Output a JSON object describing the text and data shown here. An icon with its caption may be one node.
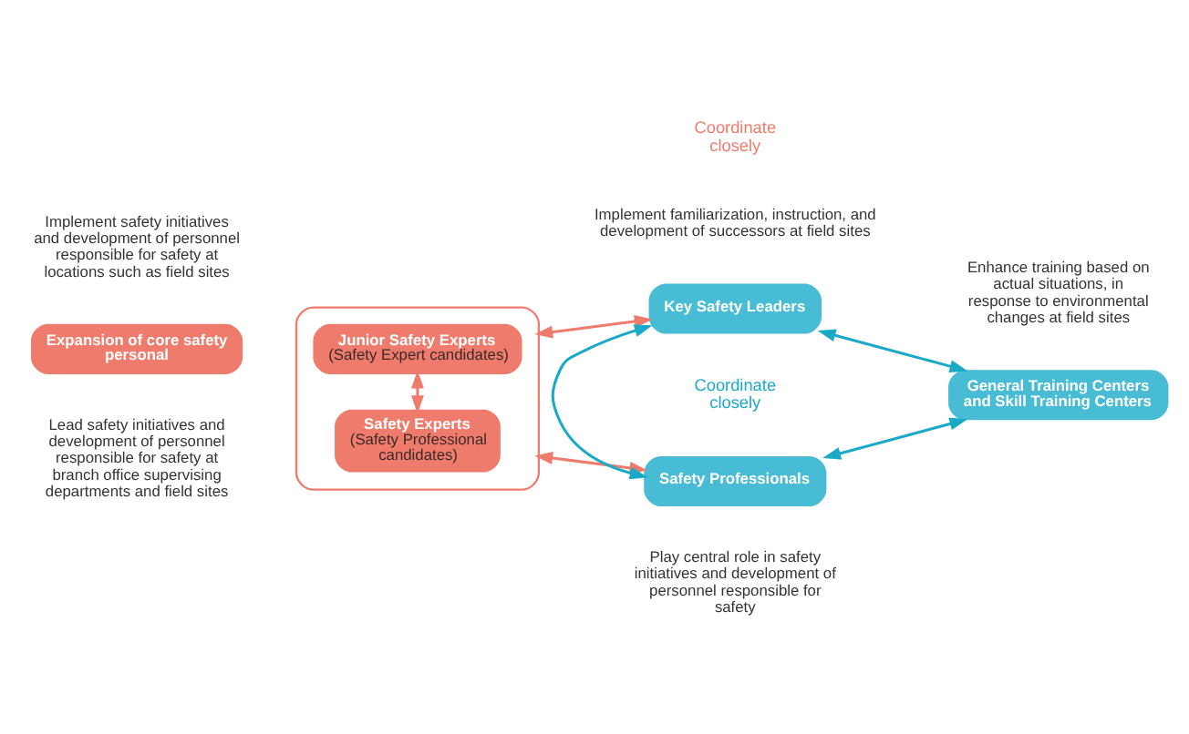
{
  "diagram": {
    "nodes": [
      {
        "text": [],
        "shape": "box"
      },
      {
        "text": [
          "Junior Safety Experts",
          "(Safety Expert candidates)"
        ],
        "in": 0
      },
      {
        "text": [
          "Safety Experts",
          "(Safety Professional candidates)"
        ],
        "in": 0
      },
      {
        "text": [
          "Expansion of core safety personal"
        ]
      },
      {
        "text": [
          "Key Safety Leaders"
        ]
      },
      {
        "text": [
          "Safety Professionals"
        ]
      },
      {
        "text": [
          "General Training Centers and Skill Training Centers"
        ]
      }
    ],
    "edges": [
      {
        "from": 1,
        "to": 2,
        "arrow": "both",
        "color": "#ef7b6c"
      },
      {
        "from": 0,
        "to": 4,
        "arrow": "both",
        "color": "#ef7b6c"
      },
      {
        "from": 0,
        "to": 5,
        "arrow": "both",
        "color": "#ef7b6c"
      },
      {
        "from": 4,
        "to": 5,
        "arrow": "both",
        "color": "#1aa9c8"
      },
      {
        "from": 4,
        "to": 6,
        "arrow": "both",
        "color": "#1aa9c8"
      },
      {
        "from": 5,
        "to": 6,
        "arrow": "both",
        "color": "#1aa9c8"
      }
    ],
    "labels": [
      "Implement safety initiatives and development of personnel responsible for safety at locations such as field sites",
      "Implement familiarization, instruction, and development of successors at field sites",
      "Enhance training based on actual situations, in response to environmental changes at field sites",
      "Coordinate closely",
      "Coordinate closely",
      "Lead safety initiatives and development of personnel responsible for safety at branch office supervising departments and field sites",
      "Play central role in safety initiatives and development of personnel responsible for safety"
    ]
  }
}
